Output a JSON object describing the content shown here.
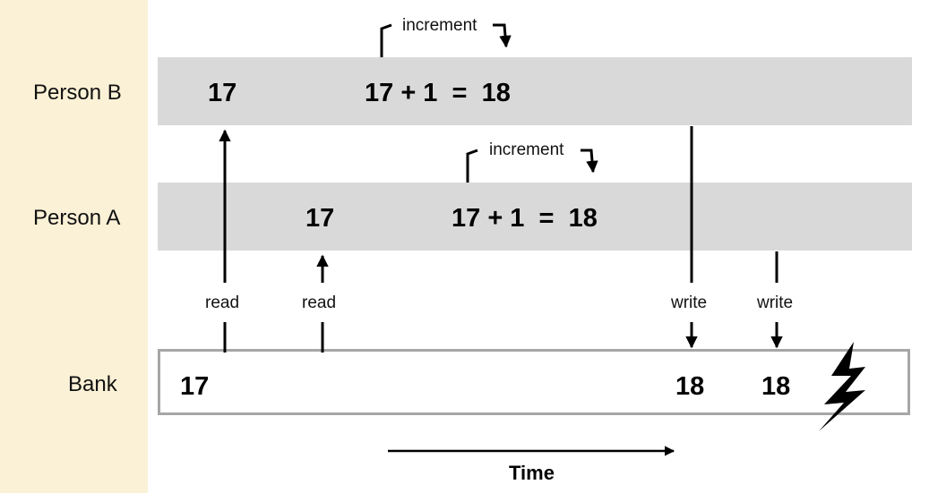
{
  "rows": {
    "person_b": {
      "label": "Person B",
      "read_value": "17",
      "calc": "17 + 1  =  18",
      "step_label": "increment"
    },
    "person_a": {
      "label": "Person A",
      "read_value": "17",
      "calc": "17 + 1  =  18",
      "step_label": "increment"
    },
    "bank": {
      "label": "Bank",
      "initial_value": "17",
      "write_b_value": "18",
      "write_a_value": "18"
    }
  },
  "operations": {
    "read_b": "read",
    "read_a": "read",
    "write_b": "write",
    "write_a": "write"
  },
  "time_axis": {
    "label": "Time"
  },
  "icons": {
    "conflict": "lightning-bolt-icon"
  },
  "colors": {
    "left_panel": "#fbf1d6",
    "band": "#d9d9d9",
    "bank_border": "#a6a6a6"
  }
}
